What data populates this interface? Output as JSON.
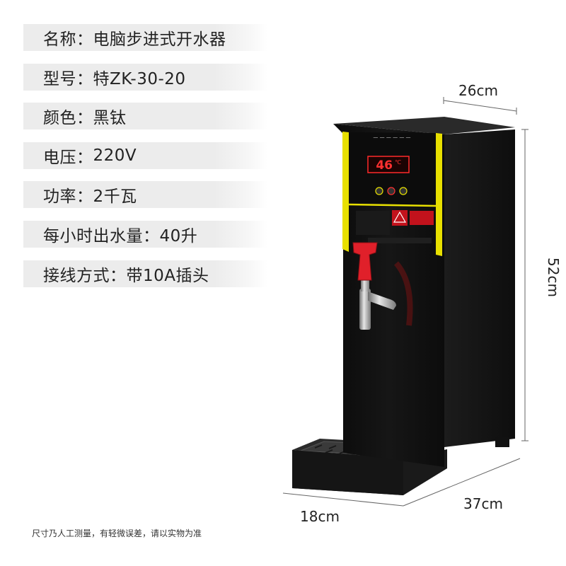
{
  "specs": [
    {
      "label": "名称",
      "value": "电脑步进式开水器"
    },
    {
      "label": "型号",
      "value": "特ZK-30-20"
    },
    {
      "label": "颜色",
      "value": "黑钛"
    },
    {
      "label": "电压",
      "value": "220V"
    },
    {
      "label": "功率",
      "value": "2千瓦"
    },
    {
      "label": "每小时出水量",
      "value": "40升"
    },
    {
      "label": "接线方式",
      "value": "带10A插头"
    }
  ],
  "separator": "：",
  "dimensions": {
    "width": "26cm",
    "height": "52cm",
    "depth": "37cm",
    "front": "18cm"
  },
  "product": {
    "display_reading": "46",
    "display_unit": "℃",
    "colors": {
      "body": "#161616",
      "accent_yellow": "#e8e000",
      "display_red": "#ff2a2a",
      "tap_red": "#e0202a"
    }
  },
  "footnote": "尺寸乃人工测量，有轻微误差，请以实物为准"
}
